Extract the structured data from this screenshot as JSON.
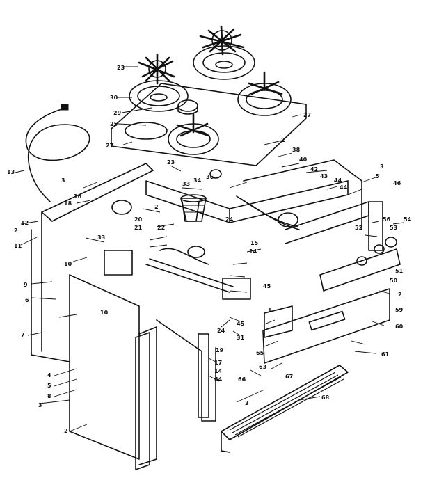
{
  "diagram": {
    "callouts": [
      {
        "id": "c1",
        "text": "1"
      },
      {
        "id": "c2",
        "text": "2"
      },
      {
        "id": "c3",
        "text": "3"
      },
      {
        "id": "c4",
        "text": "4"
      },
      {
        "id": "c5",
        "text": "5"
      },
      {
        "id": "c6",
        "text": "6"
      },
      {
        "id": "c7",
        "text": "7"
      },
      {
        "id": "c8",
        "text": "8"
      },
      {
        "id": "c9",
        "text": "9"
      },
      {
        "id": "c10",
        "text": "10"
      },
      {
        "id": "c11",
        "text": "11"
      },
      {
        "id": "c12",
        "text": "12"
      },
      {
        "id": "c13",
        "text": "13"
      },
      {
        "id": "c14",
        "text": "14"
      },
      {
        "id": "c15",
        "text": "15"
      },
      {
        "id": "c16",
        "text": "16"
      },
      {
        "id": "c17",
        "text": "17"
      },
      {
        "id": "c18",
        "text": "18"
      },
      {
        "id": "c19",
        "text": "19"
      },
      {
        "id": "c20",
        "text": "20"
      },
      {
        "id": "c21",
        "text": "21"
      },
      {
        "id": "c22",
        "text": "22"
      },
      {
        "id": "c23",
        "text": "23"
      },
      {
        "id": "c24",
        "text": "24"
      },
      {
        "id": "c25",
        "text": "25"
      },
      {
        "id": "c27",
        "text": "27"
      },
      {
        "id": "c29",
        "text": "29"
      },
      {
        "id": "c30",
        "text": "30"
      },
      {
        "id": "c31",
        "text": "31"
      },
      {
        "id": "c33",
        "text": "33"
      },
      {
        "id": "c34",
        "text": "34"
      },
      {
        "id": "c36",
        "text": "36"
      },
      {
        "id": "c38",
        "text": "38"
      },
      {
        "id": "c40",
        "text": "40"
      },
      {
        "id": "c42",
        "text": "42"
      },
      {
        "id": "c43",
        "text": "43"
      },
      {
        "id": "c44",
        "text": "44"
      },
      {
        "id": "c45",
        "text": "45"
      },
      {
        "id": "c46",
        "text": "46"
      },
      {
        "id": "c50",
        "text": "50"
      },
      {
        "id": "c51",
        "text": "51"
      },
      {
        "id": "c52",
        "text": "52"
      },
      {
        "id": "c53",
        "text": "53"
      },
      {
        "id": "c54",
        "text": "54"
      },
      {
        "id": "c56",
        "text": "56"
      },
      {
        "id": "c59",
        "text": "59"
      },
      {
        "id": "c60",
        "text": "60"
      },
      {
        "id": "c61",
        "text": "61"
      },
      {
        "id": "c63",
        "text": "63"
      },
      {
        "id": "c64",
        "text": "64"
      },
      {
        "id": "c65",
        "text": "65"
      },
      {
        "id": "c66",
        "text": "66"
      },
      {
        "id": "c67",
        "text": "67"
      },
      {
        "id": "c68",
        "text": "68"
      }
    ]
  }
}
